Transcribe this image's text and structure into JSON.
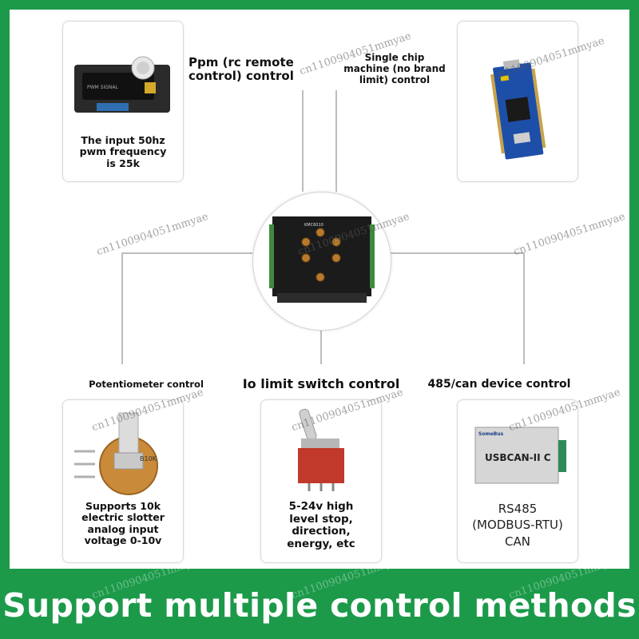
{
  "cards": {
    "pwm": {
      "caption": "The input 50hz pwm frequency is 25k"
    },
    "mcu": {},
    "pot": {
      "caption": "Supports 10k electric slotter analog input voltage 0-10v"
    },
    "io": {
      "caption": "5-24v high level stop, direction, energy, etc"
    },
    "can": {
      "caption_lines": [
        "RS485",
        "(MODBUS-RTU)",
        "CAN"
      ],
      "device_label": "USBCAN-II C",
      "brand": "SomeBus"
    }
  },
  "headings": {
    "ppm": "Ppm (rc remote control) control",
    "single_chip": "Single chip machine (no brand limit) control",
    "potentiometer": "Potentiometer control",
    "io_limit": "Io limit switch control",
    "can485": "485/can device control"
  },
  "footer": {
    "title": "Support multiple control methods"
  },
  "watermark": "cn1100904051mmyae",
  "colors": {
    "accent_green": "#1c9a4a",
    "white": "#ffffff"
  }
}
